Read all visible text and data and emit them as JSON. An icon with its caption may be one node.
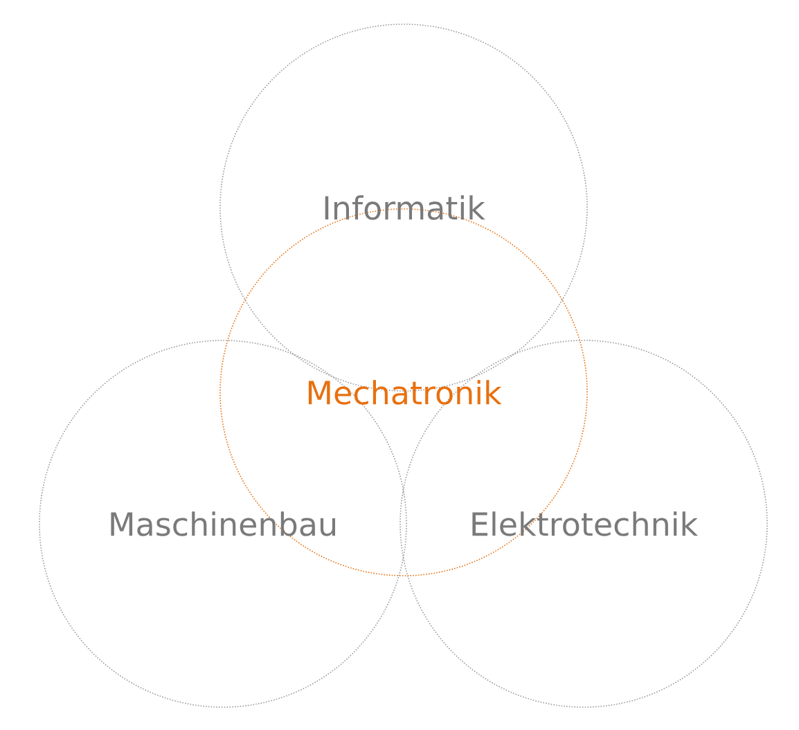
{
  "diagram": {
    "nodes": [
      {
        "text": [
          "Informatik"
        ]
      },
      {
        "text": [
          "Mechatronik"
        ]
      },
      {
        "text": [
          "Maschinenbau"
        ]
      },
      {
        "text": [
          "Elektrotechnik"
        ]
      }
    ]
  }
}
